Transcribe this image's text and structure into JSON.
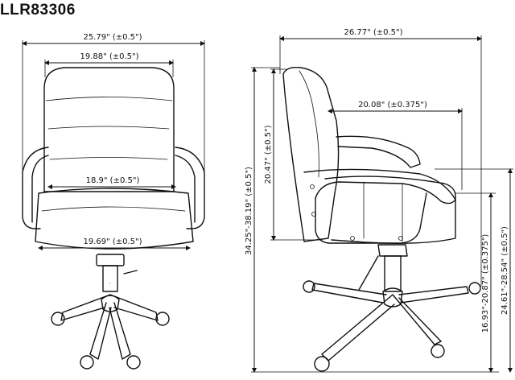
{
  "model": "LLR83306",
  "front_view": {
    "overall_width": "25.79\" (±0.5\")",
    "back_width": "19.88\" (±0.5\")",
    "inner_arm_width": "18.9\" (±0.5\")",
    "seat_width": "19.69\" (±0.5\")"
  },
  "side_view": {
    "overall_depth": "26.77\" (±0.5\")",
    "seat_depth": "20.08\" (±0.375\")",
    "back_height": "20.47\" (±0.5\")",
    "overall_height": "34.25\"-38.19\" (±0.5\")",
    "seat_height": "16.93\"-20.87\" (±0.375\")",
    "arm_height": "24.61\"-28.54\" (±0.5\")"
  }
}
